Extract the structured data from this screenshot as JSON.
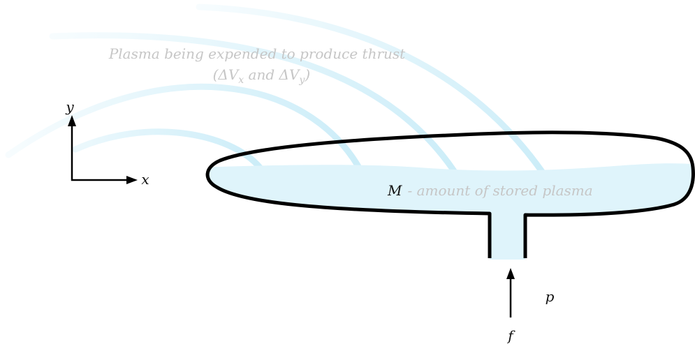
{
  "caption": {
    "line1": "Plasma being expended to produce thrust",
    "line2": {
      "open": "(ΔV",
      "sub_1": "x",
      "middle": " and ΔV",
      "sub_2": "y",
      "close": ")"
    }
  },
  "axes": {
    "y_label": "y",
    "x_label": "x"
  },
  "tank": {
    "symbol": "M",
    "description": "- amount of stored plasma"
  },
  "inlet": {
    "flow_label": "f",
    "pressure_label": "p"
  },
  "colors": {
    "plasma": "#dff4fb",
    "plasma_stream": "#c9ecf8",
    "outline": "#000000",
    "faint_text": "#c6c6c6"
  }
}
